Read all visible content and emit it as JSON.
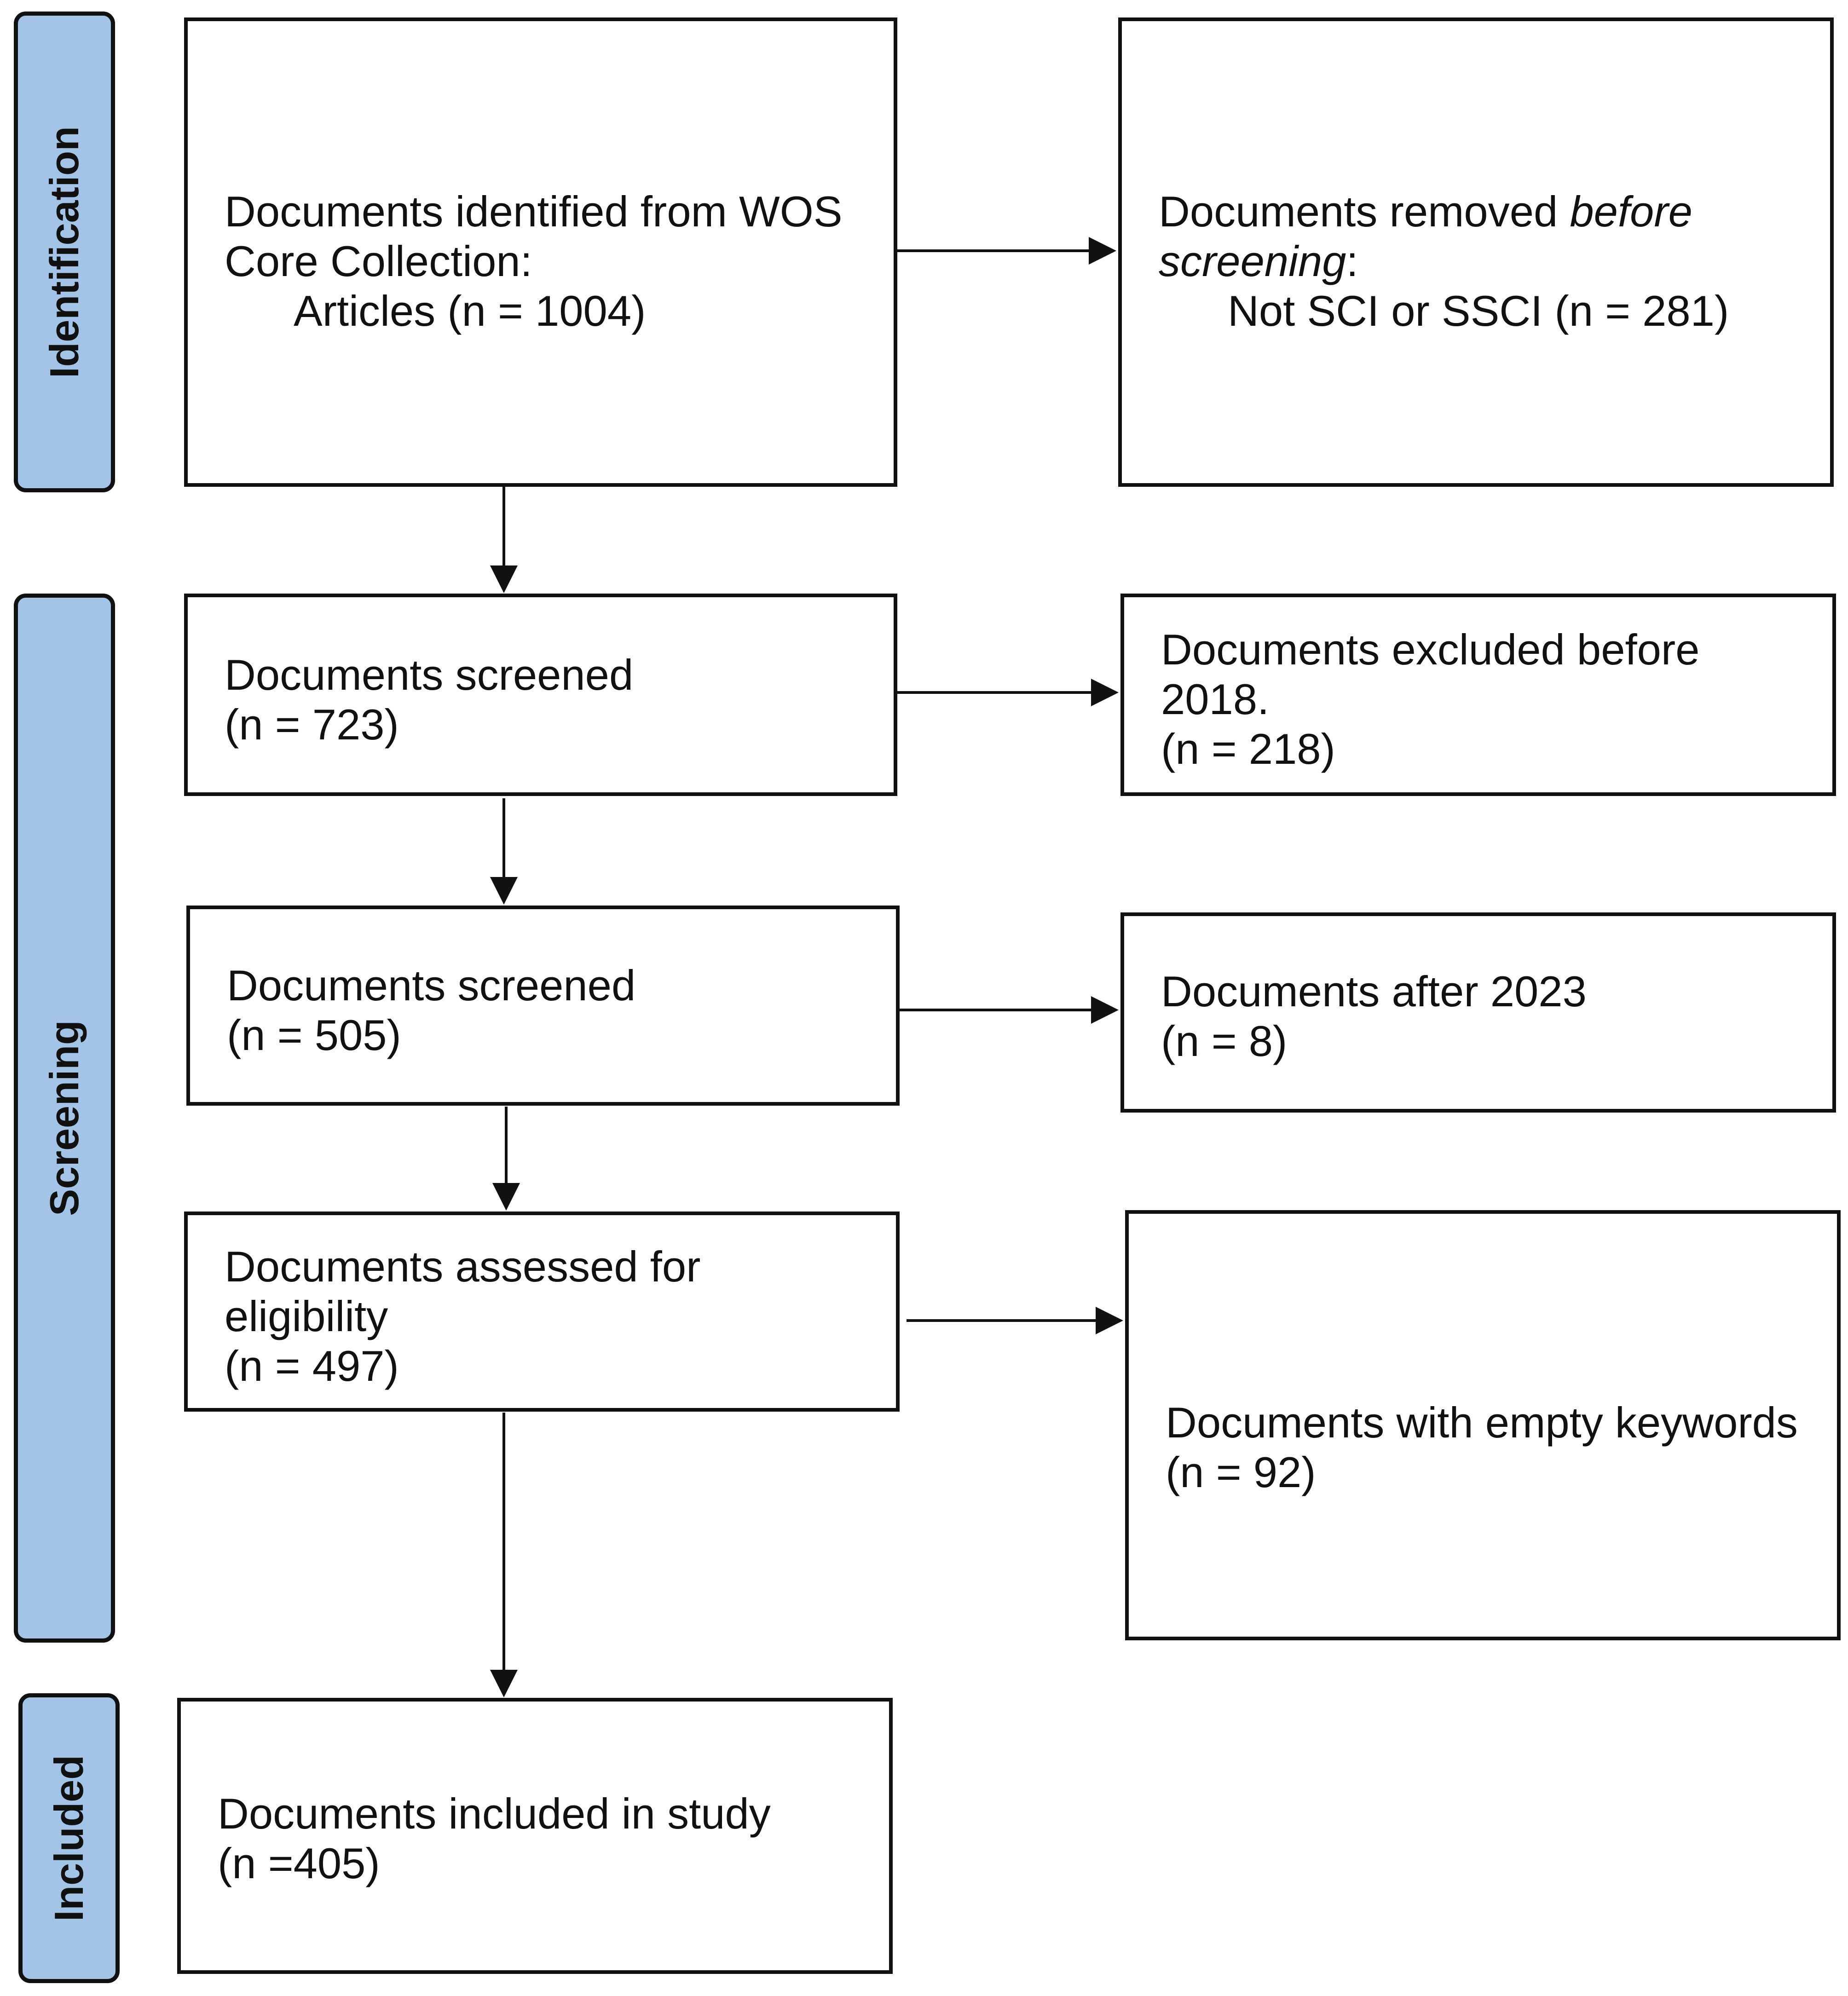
{
  "stages": {
    "identification": "Identification",
    "screening": "Screening",
    "included": "Included"
  },
  "boxes": {
    "identified": {
      "line1": "Documents identified from WOS",
      "line2": "Core Collection:",
      "line3": "Articles (n = 1004)"
    },
    "removed": {
      "line1_plain": "Documents removed ",
      "line1_italic": "before",
      "line2_italic": "screening",
      "line2_plain": ":",
      "line3": "Not SCI or SSCI (n = 281)"
    },
    "screened1": {
      "line1": "Documents screened",
      "line2": "(n = 723)"
    },
    "excluded_2018": {
      "line1": "Documents excluded before",
      "line2": "2018.",
      "line3": "(n = 218)"
    },
    "screened2": {
      "line1": "Documents screened",
      "line2": "(n = 505)"
    },
    "after_2023": {
      "line1": "Documents after 2023",
      "line2": "(n = 8)"
    },
    "assessed": {
      "line1": "Documents assessed for",
      "line2": "eligibility",
      "line3": "(n = 497)"
    },
    "empty_keywords": {
      "line1": "Documents with empty keywords",
      "line2": "(n = 92)"
    },
    "included": {
      "line1": "Documents included in study",
      "line2": "(n =405)"
    }
  }
}
